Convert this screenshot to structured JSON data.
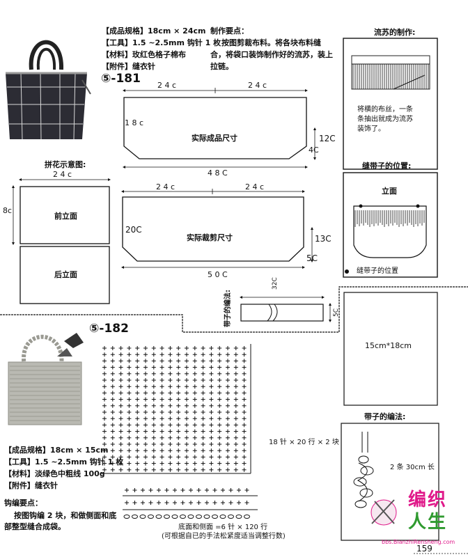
{
  "colors": {
    "ink": "#111111",
    "bag_dark": "#2c2c34",
    "bag_grid": "#d8d8d8",
    "knit": "#b9b9b2",
    "logo_magenta": "#e0198a",
    "logo_green": "#2f9a2f"
  },
  "project181": {
    "spec": "【成品规格】18cm × 24cm",
    "tool": "【工具】1.5 ~2.5mm 钩针 1 枚",
    "material": "【材料】玫红色格子棉布",
    "accessory": "【附件】缝衣针",
    "method_title": "制作要点：",
    "method_body_1": "按图剪裁布料。将各块布料缝",
    "method_body_2": "合，将袋口装饰制作好的流苏，装上",
    "method_body_3": "拉链。",
    "label": "⑤-181",
    "finished": {
      "left": "2 4 c",
      "right": "2 4 c",
      "height": "1 8 c",
      "label": "实际成品尺寸",
      "corner": "4C",
      "side": "12C",
      "bottom": "4 8 C"
    },
    "cut": {
      "left": "2 4 c",
      "right": "2 4 c",
      "height": "20C",
      "label": "实际裁剪尺寸",
      "side": "13C",
      "corner": "5C",
      "bottom": "5 0 C"
    },
    "patch": {
      "title": "拼花示意图:",
      "width": "2 4 c",
      "height": "8c",
      "front": "前立面",
      "back": "后立面"
    },
    "fringe": {
      "title": "流苏的制作:",
      "caption_1": "将横的布丝，一条",
      "caption_2": "条抽出就成为流苏",
      "caption_3": "装饰了。"
    },
    "position": {
      "title": "缝带子的位置:",
      "front": "立面",
      "legend": "缝带子的位置"
    },
    "strap": {
      "title": "带子的编法:",
      "length": "32C",
      "width": "5C"
    },
    "inner": {
      "size": "15cm*18cm"
    }
  },
  "project182": {
    "label": "⑤-182",
    "spec": "【成品规格】18cm × 15cm",
    "tool": "【工具】1.5 ~2.5mm 钩针 1 枚",
    "material": "【材料】淡绿色中粗线 100g",
    "accessory": "【附件】缝衣针",
    "method_title": "钩编要点：",
    "method_body_1": "按图钩编 2 块，和做侧面和底",
    "method_body_2": "部整型缝合成袋。",
    "chart_note": "18 针 × 20 行 × 2 块",
    "bottom_note": "底面和侧面 =6 针 × 120 行",
    "bottom_note_2": "(可根据自已的手法松紧度适当调整行数)",
    "strap_title": "带子的编法:",
    "strap_note": "2 条 30cm 长"
  },
  "logo": {
    "line1": "编织",
    "line2": "人生",
    "url": "bbs.BianzhiRensheng.com"
  },
  "page_number": "159"
}
